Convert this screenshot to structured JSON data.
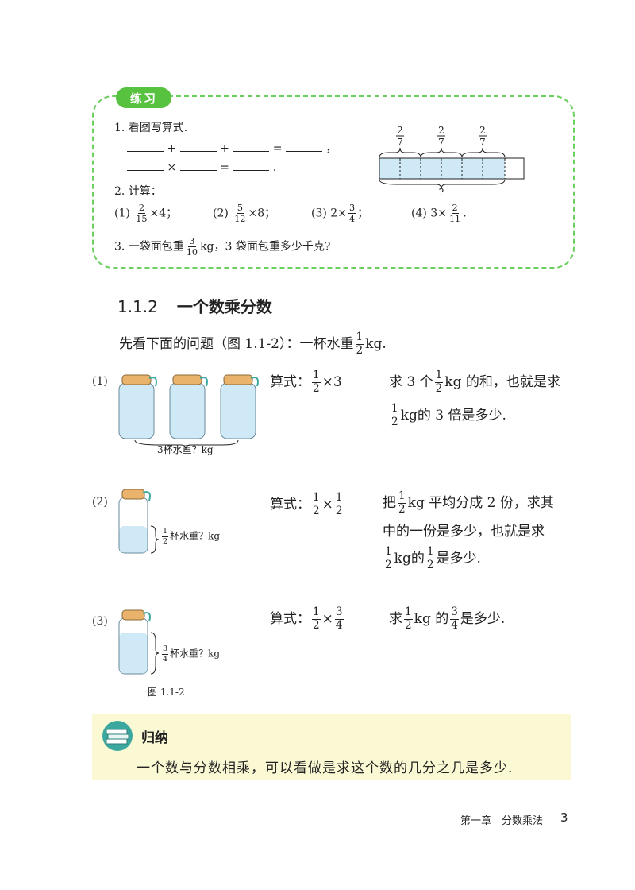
{
  "exercise": {
    "badge": "练习",
    "q1": "1. 看图写算式.",
    "plus": "+",
    "equals": "=",
    "times": "×",
    "comma": "，",
    "period": ".",
    "q2": "2. 计算：",
    "calc": [
      {
        "label": "(1)",
        "num": "2",
        "den": "15",
        "rest": "×4；"
      },
      {
        "label": "(2)",
        "num": "5",
        "den": "12",
        "rest": "×8；"
      },
      {
        "label": "(3)",
        "pre": "2×",
        "num": "3",
        "den": "4",
        "rest": "；"
      },
      {
        "label": "(4)",
        "pre": "3×",
        "num": "2",
        "den": "11",
        "rest": "."
      }
    ],
    "q3_pre": "3. 一袋面包重",
    "q3_num": "3",
    "q3_den": "10",
    "q3_post": "kg，3 袋面包重多少千克?",
    "diagram": {
      "num": "2",
      "den": "7",
      "question": "?"
    }
  },
  "section": {
    "number": "1.1.2",
    "title": "一个数乘分数"
  },
  "intro": {
    "pre": "先看下面的问题（图 1.1-2）：一杯水重",
    "num": "1",
    "den": "2",
    "post": "kg."
  },
  "problems": {
    "p1": {
      "label": "(1)",
      "caption": "3杯水重？kg",
      "formula_label": "算式：",
      "f_num": "1",
      "f_den": "2",
      "f_rest": "×3",
      "text1_pre": "求 3 个",
      "text1_num": "1",
      "text1_den": "2",
      "text1_post": "kg 的和，也就是求",
      "text2_num": "1",
      "text2_den": "2",
      "text2_post": "kg的 3 倍是多少."
    },
    "p2": {
      "label": "(2)",
      "cap_num": "1",
      "cap_den": "2",
      "caption": "杯水重？kg",
      "formula_label": "算式：",
      "f1_num": "1",
      "f1_den": "2",
      "f_times": "×",
      "f2_num": "1",
      "f2_den": "2",
      "t1_pre": "把",
      "t1_num": "1",
      "t1_den": "2",
      "t1_post": "kg 平均分成 2 份，求其",
      "t2": "中的一份是多少，也就是求",
      "t3_num": "1",
      "t3_den": "2",
      "t3_mid": "kg的",
      "t3_num2": "1",
      "t3_den2": "2",
      "t3_post": "是多少."
    },
    "p3": {
      "label": "(3)",
      "cap_num": "3",
      "cap_den": "4",
      "caption": "杯水重？kg",
      "formula_label": "算式：",
      "f1_num": "1",
      "f1_den": "2",
      "f_times": "×",
      "f2_num": "3",
      "f2_den": "4",
      "t_pre": "求",
      "t_num": "1",
      "t_den": "2",
      "t_mid": "kg 的",
      "t_num2": "3",
      "t_den2": "4",
      "t_post": "是多少."
    },
    "figure_caption": "图 1.1-2"
  },
  "summary": {
    "title": "归纳",
    "text": "一个数与分数相乘，可以看做是求这个数的几分之几是多少."
  },
  "footer": {
    "chapter": "第一章　分数乘法",
    "page": "3"
  },
  "colors": {
    "green": "#57c23f",
    "dash": "#6bcf5e",
    "water": "#cfe9f7",
    "lid": "#e9b36b",
    "summary_bg": "#fbf8d4"
  }
}
